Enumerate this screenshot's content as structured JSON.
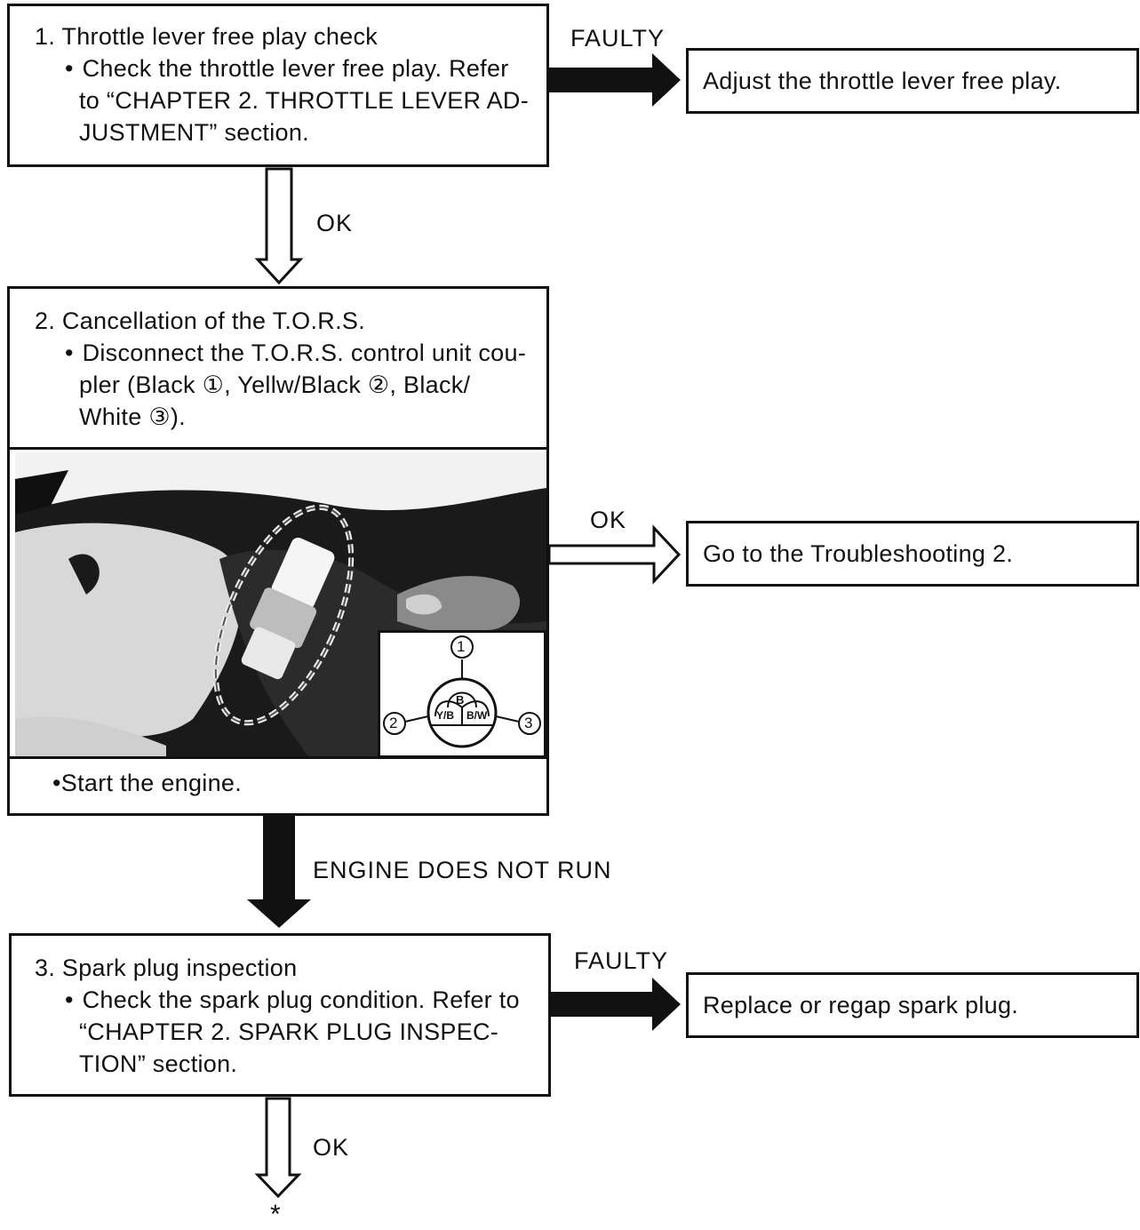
{
  "steps": [
    {
      "title": "1. Throttle lever free play check",
      "bullets": [
        "Check the throttle lever free play. Refer to “CHAPTER 2. THROTTLE LEVER AD-JUSTMENT” section."
      ],
      "bullet_lines": [
        "Check the throttle lever free play. Refer",
        "to “CHAPTER 2. THROTTLE LEVER AD-",
        "JUSTMENT” section."
      ]
    },
    {
      "title": "2. Cancellation of the T.O.R.S.",
      "bullet_lines": [
        "Disconnect the T.O.R.S. control unit cou-",
        "pler (Black ①, Yellw/Black ②, Black/",
        "White ③)."
      ],
      "after_photo": "Start the engine."
    },
    {
      "title": "3. Spark plug inspection",
      "bullet_lines": [
        "Check the spark plug condition. Refer to",
        "“CHAPTER 2. SPARK PLUG INSPEC-",
        "TION” section."
      ]
    }
  ],
  "results": {
    "step1_faulty": "Adjust the throttle lever free play.",
    "step2_ok": "Go to the Troubleshooting 2.",
    "step3_faulty": "Replace or regap spark plug."
  },
  "labels": {
    "faulty_1": "FAULTY",
    "ok_1": "OK",
    "ok_2": "OK",
    "engine_not_run": "ENGINE DOES NOT RUN",
    "faulty_3": "FAULTY",
    "ok_3": "OK",
    "continue_mark": "*"
  },
  "connector_diagram": {
    "pins": [
      "①",
      "②",
      "③"
    ],
    "wire_codes": [
      "B",
      "Y/B",
      "B/W"
    ]
  },
  "colors": {
    "ink": "#111111",
    "paper": "#ffffff"
  }
}
